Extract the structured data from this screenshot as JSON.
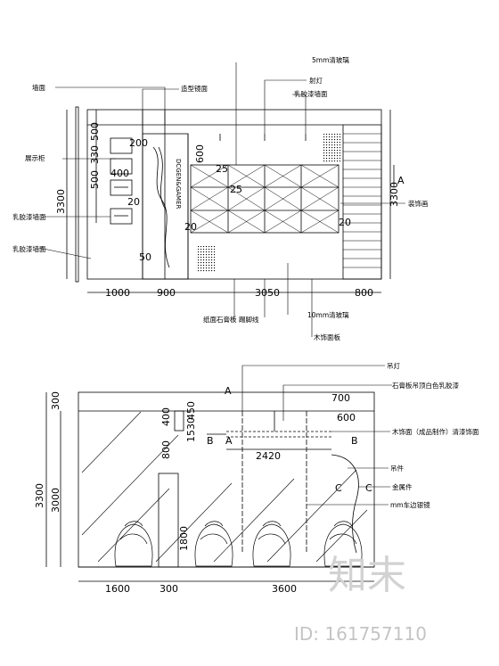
{
  "top_elevation": {
    "height_left": "3300",
    "height_right": "3300",
    "bottom_dims": [
      "1000",
      "900",
      "3050",
      "800"
    ],
    "side_dims": [
      "500",
      "330",
      "500",
      "400",
      "200",
      "600"
    ],
    "inner_marks": [
      "25",
      "20",
      "20",
      "25",
      "50",
      "20"
    ],
    "logo_vertical": "DCGEN&GAMER",
    "section_mark": "A",
    "labels": {
      "l1": "墙面",
      "l2": "5mm清玻璃",
      "l3": "造型镜面",
      "l4": "射灯",
      "l5": "乳胶漆墙面",
      "l6": "展示柜",
      "l7": "乳胶漆墙面",
      "l8": "装饰画",
      "l9": "乳胶漆墙面",
      "l10": "纸面石膏板",
      "l11": "10mm清玻璃",
      "l12": "木饰面板",
      "l13": "踢脚线"
    }
  },
  "bottom_elevation": {
    "height_outer": "3300",
    "height_inner": "3000",
    "side_dims": [
      "300",
      "400",
      "1800",
      "800",
      "1530",
      "450"
    ],
    "bottom_dims": [
      "1600",
      "300",
      "3600"
    ],
    "right_dims": [
      "700",
      "600"
    ],
    "span_dim": "2420",
    "section_marks": [
      "A",
      "A",
      "B",
      "B",
      "C",
      "C"
    ],
    "labels": {
      "l1": "吊灯",
      "l2": "石膏板吊顶白色乳胶漆",
      "l3": "木饰面（成品制作）清漆饰面",
      "l4": "吊件",
      "l5": "金属件",
      "l6": "mm车边银镜"
    }
  },
  "watermark": {
    "text": "知末",
    "id_text": "ID: 161757110"
  }
}
